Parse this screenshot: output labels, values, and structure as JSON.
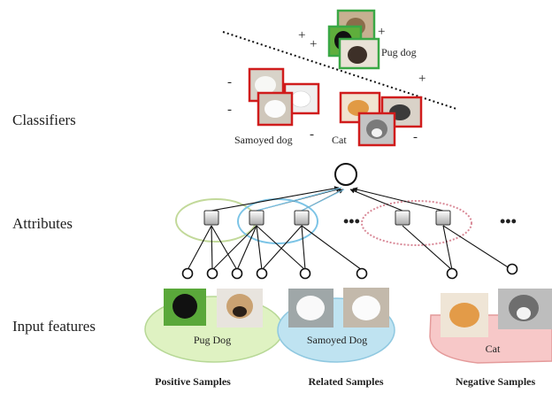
{
  "row_labels": {
    "classifiers": "Classifiers",
    "attributes": "Attributes",
    "input_features": "Input features"
  },
  "classes": {
    "pug": "Pug dog",
    "samoyed": "Samoyed dog",
    "cat": "Cat"
  },
  "groups": {
    "pug": "Pug Dog",
    "samoyed": "Samoyed Dog",
    "cat": "Cat"
  },
  "captions": {
    "positive": "Positive Samples",
    "related": "Related Samples",
    "negative": "Negative Samples"
  },
  "signs": {
    "plus": "+",
    "minus": "-"
  },
  "ellipsis": "•••",
  "colors": {
    "positive_box": "#3aa845",
    "negative_box": "#d01c1c",
    "pug_fill": "#dff2c2",
    "pug_stroke": "#b7d896",
    "samoyed_fill": "#bfe3f1",
    "samoyed_stroke": "#8fc8e0",
    "cat_fill": "#f7c8c8",
    "cat_stroke": "#e49a9a",
    "attribute_ring_green": "#c2d99a",
    "attribute_ring_blue": "#7cc4e6",
    "attribute_ring_red": "#d98a98"
  }
}
